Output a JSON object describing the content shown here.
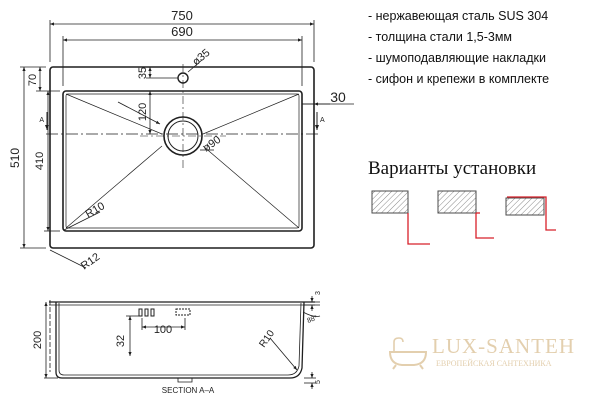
{
  "dimensions": {
    "overall_width": "750",
    "inner_width": "690",
    "overall_height": "510",
    "inner_height": "410",
    "top_margin": "70",
    "drain_hole": "ø35",
    "drain_offset": "35",
    "drain_to_bowl": "120",
    "side_margin": "30",
    "drain_diameter": "ø90",
    "inner_radius": "R10",
    "outer_radius": "R12",
    "section_marker": "A"
  },
  "section": {
    "caption": "SECTION A–A",
    "depth": "200",
    "overflow_height": "32",
    "overflow_spacing": "100",
    "corner_radius": "R10",
    "flange": "3",
    "angle": "88°",
    "bottom_gap": "5"
  },
  "specs": [
    "- нержавеющая сталь SUS 304",
    "- толщина стали 1,5-3мм",
    "- шумоподавляющие накладки",
    "- сифон и крепежи в комплекте"
  ],
  "install_title": "Варианты установки",
  "colors": {
    "line": "#1f1f1f",
    "accent": "#d8202a",
    "hatch": "#8a8a8a",
    "logo": "#e3cfae"
  },
  "logo": {
    "name": "LUX-SANTEH",
    "tagline": "ЕВРОПЕЙСКАЯ САНТЕХНИКА"
  }
}
